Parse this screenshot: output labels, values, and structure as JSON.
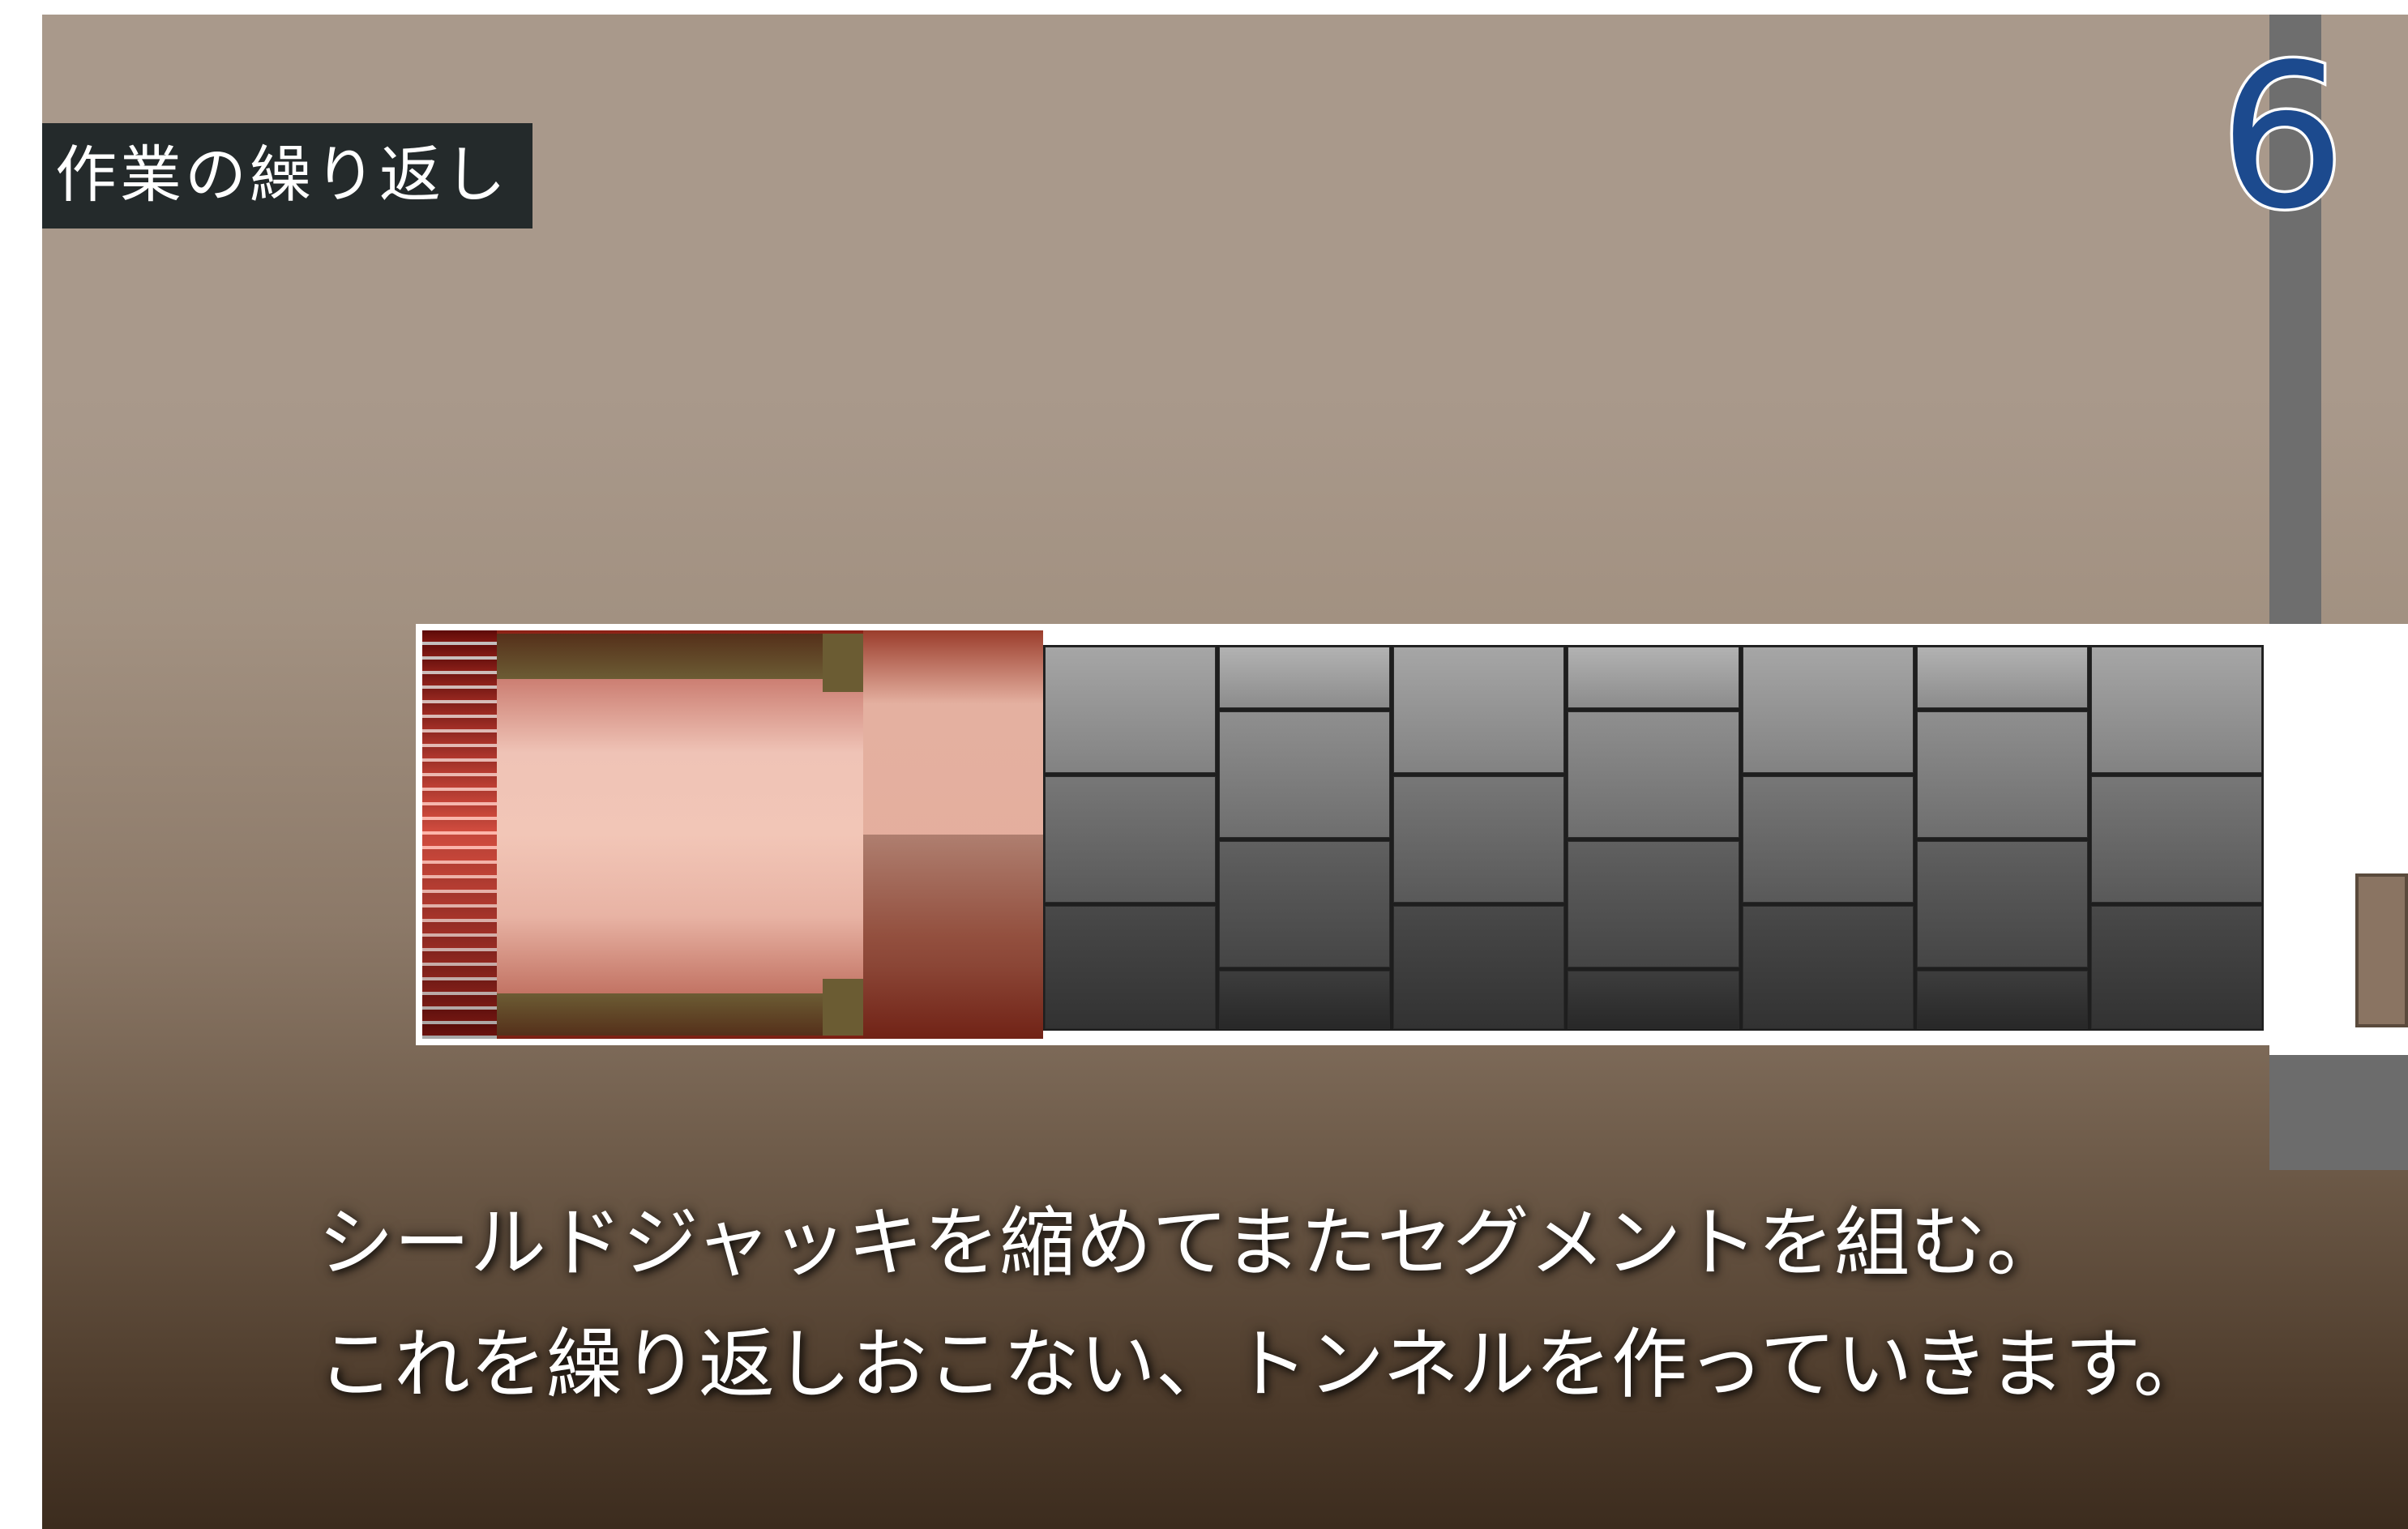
{
  "title_label": "作業の繰り返し",
  "step_number": "6",
  "caption": {
    "line1": "シールドジャッキを縮めてまたセグメントを組む。",
    "line2": "これを繰り返しおこない、トンネルを作っていきます。"
  },
  "colors": {
    "title_box": "#242a2b",
    "step_number": "#1c4a8e",
    "ground_top": "#a9998b",
    "ground_bottom": "#3c2c1e",
    "shield": "#f2c6b7",
    "cutter": "#a11a14",
    "segment": "#6a6a6a"
  }
}
